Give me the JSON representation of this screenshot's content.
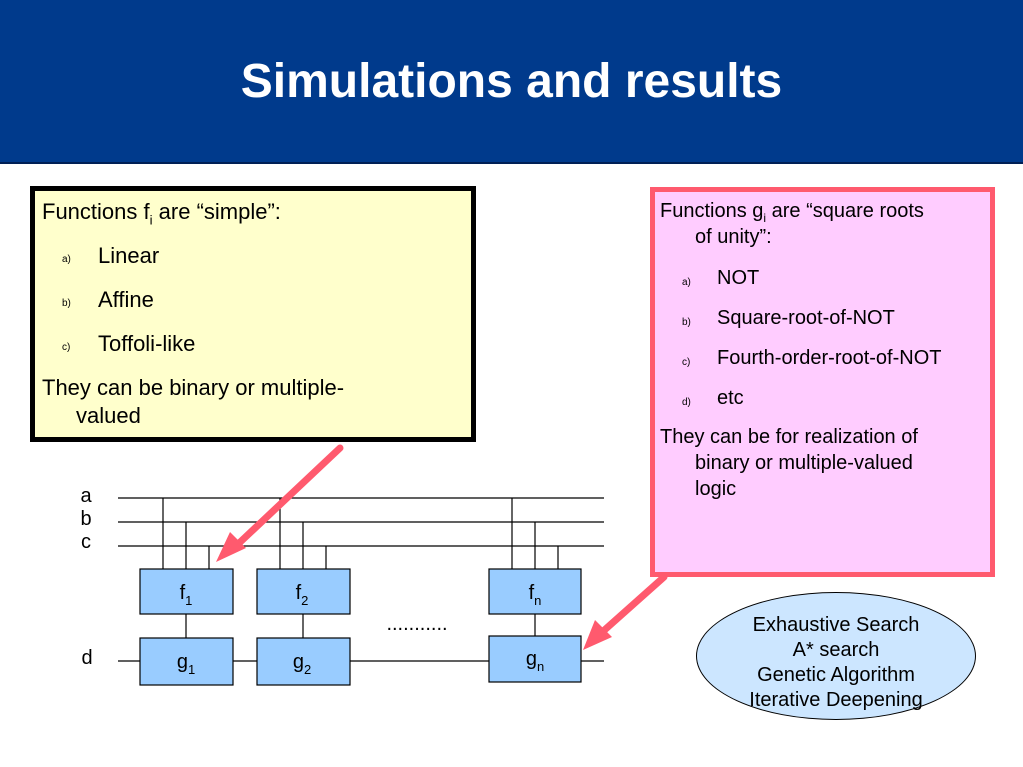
{
  "slide": {
    "title": "Simulations and results"
  },
  "left_box": {
    "heading_pre": "Functions f",
    "heading_sub": "i",
    "heading_post": " are “simple”:",
    "items": [
      {
        "marker": "a)",
        "text": "Linear"
      },
      {
        "marker": "b)",
        "text": "Affine"
      },
      {
        "marker": "c)",
        "text": "Toffoli-like"
      }
    ],
    "footer_line1": "They can be binary or multiple-",
    "footer_line2": "valued"
  },
  "right_box": {
    "heading_pre": "Functions g",
    "heading_sub": "i",
    "heading_post": " are “square roots",
    "heading_line2": "of unity”:",
    "items": [
      {
        "marker": "a)",
        "text": "NOT"
      },
      {
        "marker": "b)",
        "text": "Square-root-of-NOT"
      },
      {
        "marker": "c)",
        "text": "Fourth-order-root-of-NOT"
      },
      {
        "marker": "d)",
        "text": "etc"
      }
    ],
    "footer_line1": "They can be for realization of",
    "footer_line2": "binary or multiple-valued",
    "footer_line3": "logic"
  },
  "circuit": {
    "wire_labels": [
      "a",
      "b",
      "c",
      "d"
    ],
    "gates_f": [
      {
        "name": "f",
        "sub": "1"
      },
      {
        "name": "f",
        "sub": "2"
      },
      {
        "name": "f",
        "sub": "n"
      }
    ],
    "gates_g": [
      {
        "name": "g",
        "sub": "1"
      },
      {
        "name": "g",
        "sub": "2"
      },
      {
        "name": "g",
        "sub": "n"
      }
    ],
    "ellipsis": "...........",
    "colors": {
      "gate_fill": "#99ccff",
      "arrow": "#ff5a6e"
    }
  },
  "methods": [
    "Exhaustive Search",
    "A* search",
    "Genetic Algorithm",
    "Iterative Deepening"
  ]
}
